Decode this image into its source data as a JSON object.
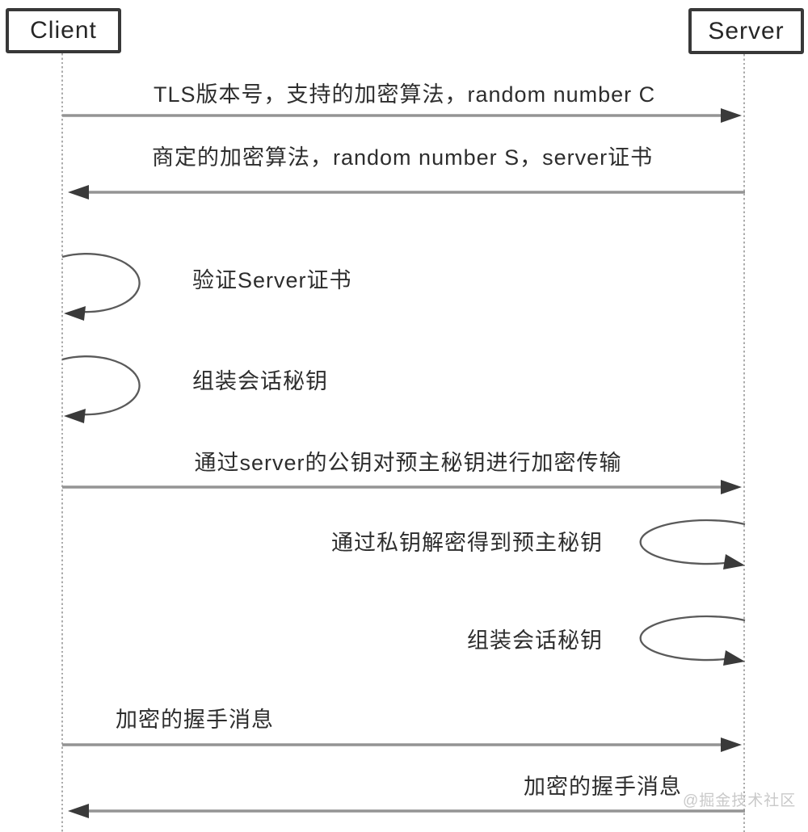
{
  "diagram": {
    "title_implied": "TLS handshake sequence",
    "actors": [
      {
        "id": "client",
        "label": "Client"
      },
      {
        "id": "server",
        "label": "Server"
      }
    ],
    "messages": [
      {
        "label": "TLS版本号，支持的加密算法，random number C",
        "from": "Client",
        "to": "Server",
        "kind": "arrow-right"
      },
      {
        "label": "商定的加密算法，random number S，server证书",
        "from": "Server",
        "to": "Client",
        "kind": "arrow-left"
      },
      {
        "label": "验证Server证书",
        "actor": "Client",
        "kind": "self-loop"
      },
      {
        "label": "组装会话秘钥",
        "actor": "Client",
        "kind": "self-loop"
      },
      {
        "label": "通过server的公钥对预主秘钥进行加密传输",
        "from": "Client",
        "to": "Server",
        "kind": "arrow-right"
      },
      {
        "label": "通过私钥解密得到预主秘钥",
        "actor": "Server",
        "kind": "self-loop"
      },
      {
        "label": "组装会话秘钥",
        "actor": "Server",
        "kind": "self-loop"
      },
      {
        "label": "加密的握手消息",
        "from": "Client",
        "to": "Server",
        "kind": "arrow-right"
      },
      {
        "label": "加密的握手消息",
        "from": "Server",
        "to": "Client",
        "kind": "arrow-left"
      }
    ],
    "watermark": "@掘金技术社区",
    "colors": {
      "arrow_line": "#949494",
      "arrow_head": "#3a3a3a",
      "loop_curve": "#5a5a5a",
      "box_border": "#383838",
      "text": "#2d2d2d",
      "lifeline": "#ababab",
      "watermark": "#c9c9c9",
      "background": "#ffffff"
    }
  }
}
